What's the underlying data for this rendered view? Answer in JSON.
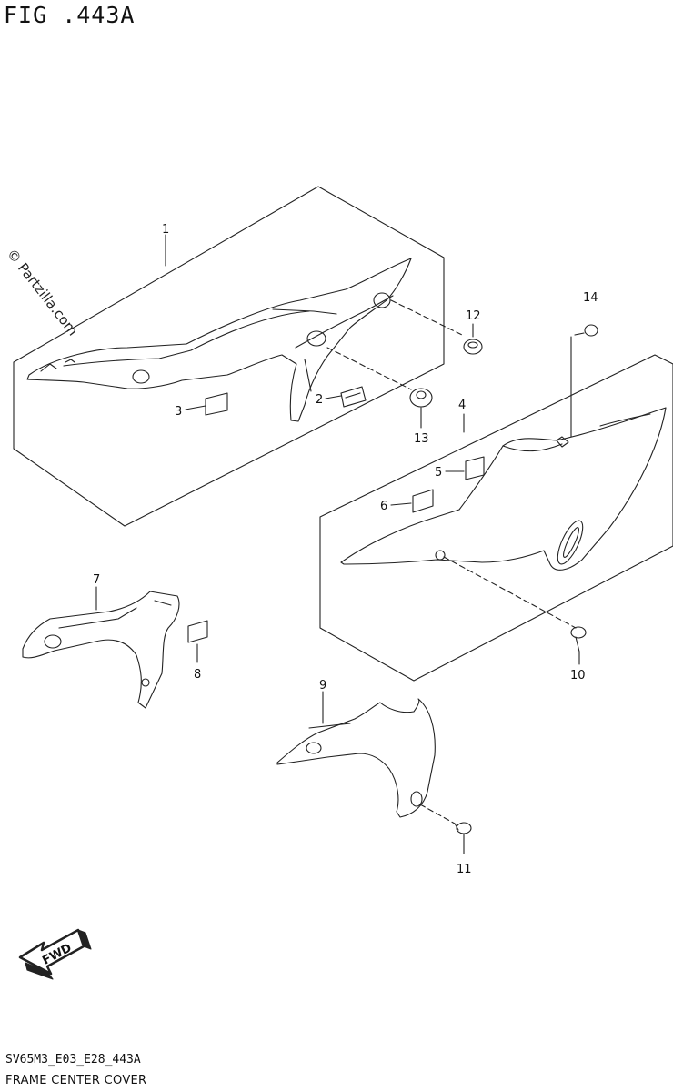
{
  "figure": {
    "title": "FIG .443A",
    "watermark": "© Partzilla.com",
    "footer_code": "SV65M3_E03_E28_443A",
    "footer_name": "FRAME CENTER COVER"
  },
  "callouts": {
    "c1": "1",
    "c2": "2",
    "c3": "3",
    "c4": "4",
    "c5": "5",
    "c6": "6",
    "c7": "7",
    "c8": "8",
    "c9": "9",
    "c10": "10",
    "c11": "11",
    "c12": "12",
    "c13": "13",
    "c14": "14"
  },
  "fwd_arrow": {
    "label": "FWD"
  },
  "colors": {
    "line": "#222222",
    "background": "#ffffff"
  }
}
